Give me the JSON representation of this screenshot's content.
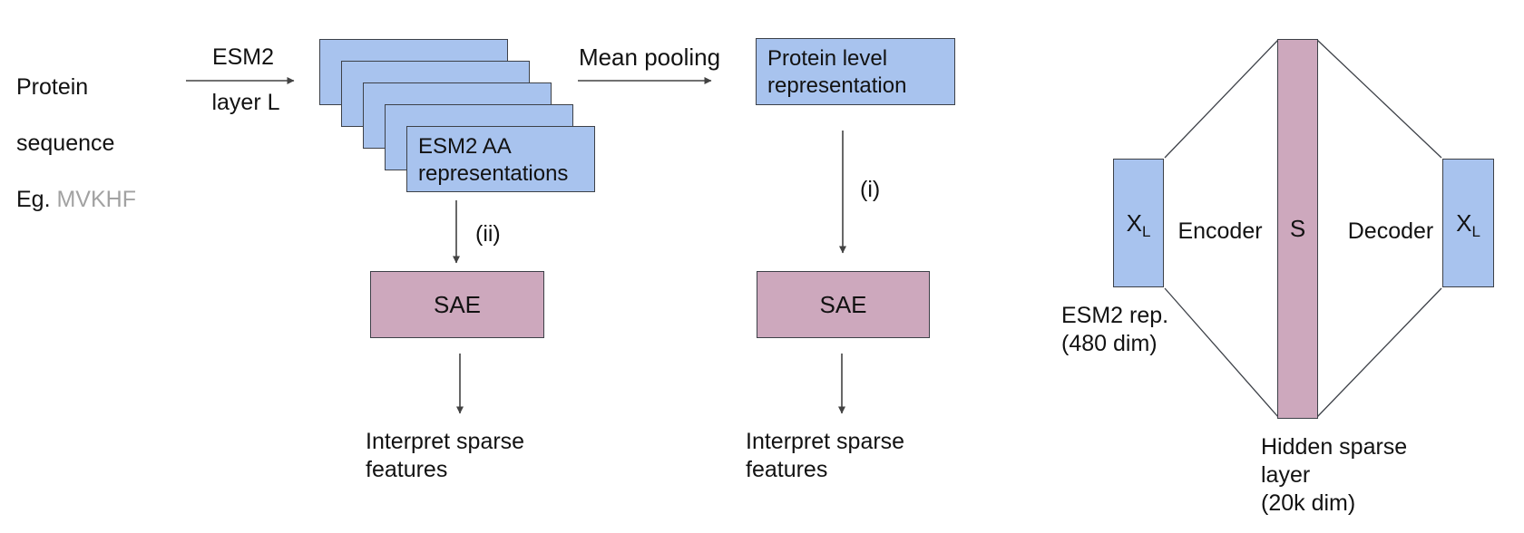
{
  "palette": {
    "box_blue": "#a8c3ee",
    "box_pink": "#cda8bd",
    "border": "#3d4148",
    "arrow": "#424242",
    "text": "#121212",
    "muted_text": "#a2a2a2",
    "background": "#ffffff"
  },
  "pipeline": {
    "input_label": {
      "line1": "Protein",
      "line2": "sequence",
      "eg_prefix": "Eg. ",
      "example_sequence": "MVKHF"
    },
    "esm2_arrow": {
      "label_top": "ESM2",
      "label_bottom": "layer L"
    },
    "aa_stack": {
      "label": "ESM2 AA\nrepresentations"
    },
    "mean_pooling_label": "Mean pooling",
    "protein_level_box": {
      "label": "Protein level\nrepresentation"
    },
    "branch_aa": {
      "label": "(ii)"
    },
    "branch_protein": {
      "label": "(i)"
    },
    "sae_box_aa": {
      "label": "SAE"
    },
    "sae_box_protein": {
      "label": "SAE"
    },
    "interpret_aa": {
      "label": "Interpret sparse\nfeatures"
    },
    "interpret_protein": {
      "label": "Interpret sparse\nfeatures"
    }
  },
  "autoencoder": {
    "input_box": {
      "symbol": "X",
      "subscript": "L"
    },
    "encoder_label": "Encoder",
    "latent_bar": {
      "symbol": "S"
    },
    "decoder_label": "Decoder",
    "output_box": {
      "symbol": "X",
      "subscript": "L"
    },
    "input_caption": "ESM2 rep.\n(480 dim)",
    "latent_caption": "Hidden sparse\nlayer\n(20k dim)"
  }
}
